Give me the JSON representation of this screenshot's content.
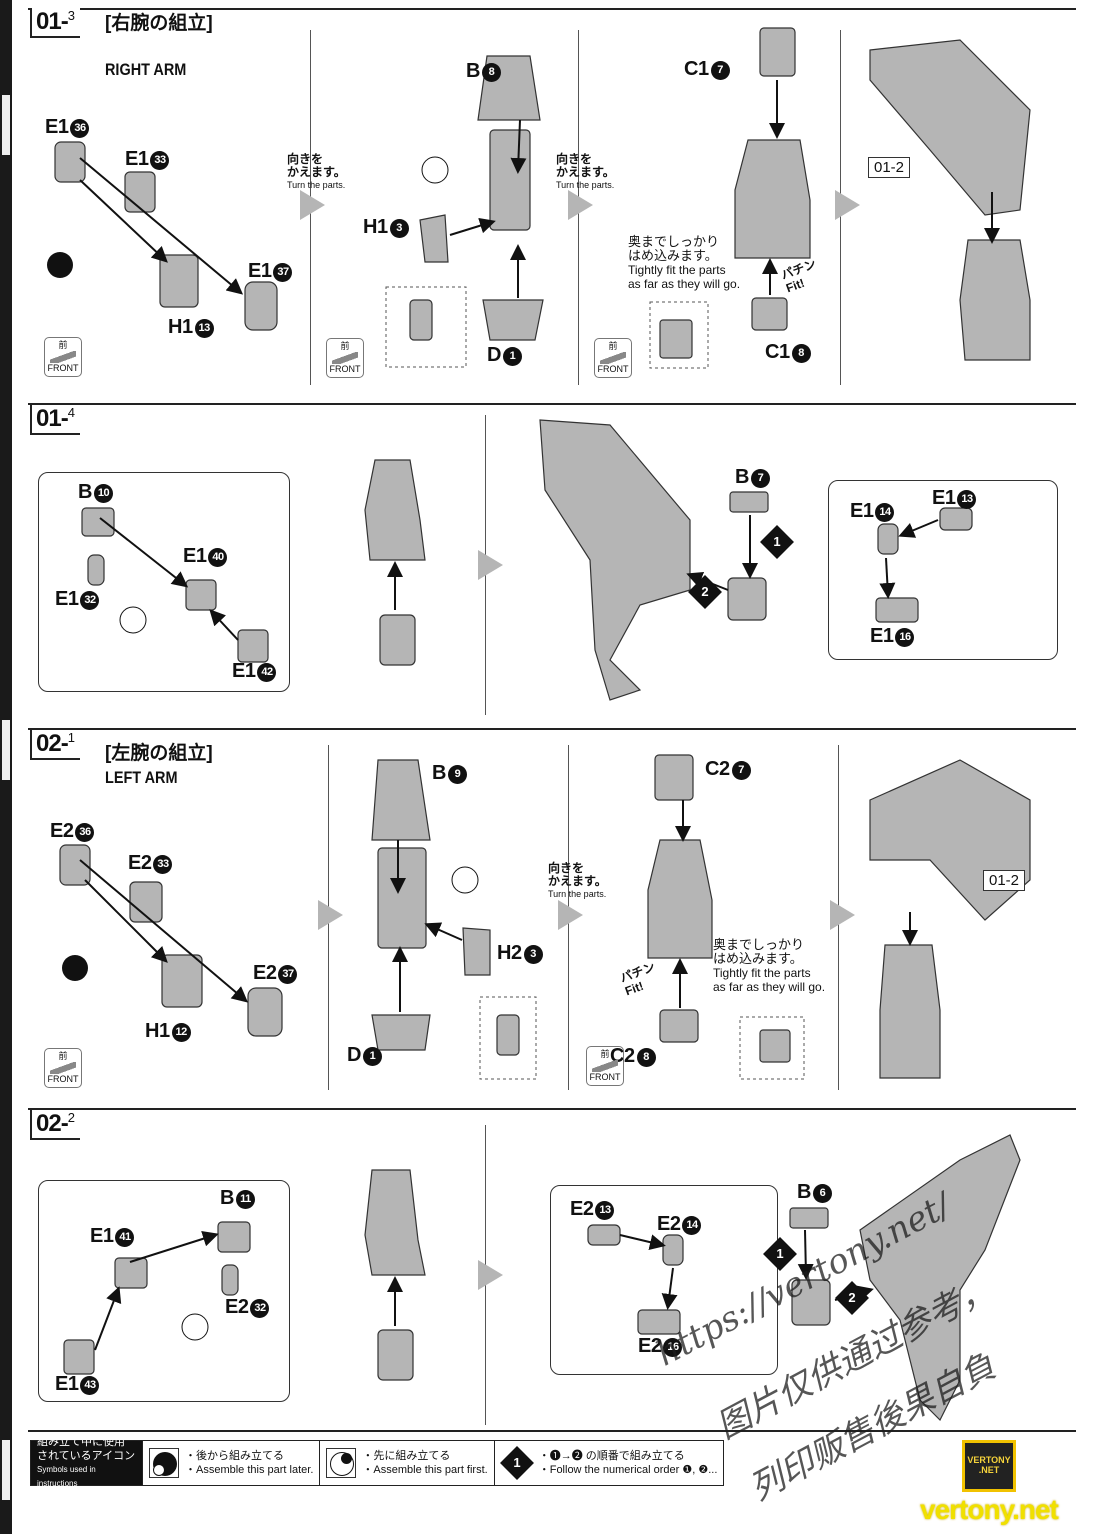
{
  "sections": [
    {
      "step": "01",
      "sub": "3",
      "title_jp": "[右腕の組立]",
      "title_en": "RIGHT ARM"
    },
    {
      "step": "01",
      "sub": "4"
    },
    {
      "step": "02",
      "sub": "1",
      "title_jp": "[左腕の組立]",
      "title_en": "LEFT ARM"
    },
    {
      "step": "02",
      "sub": "2"
    }
  ],
  "parts": {
    "r1": [
      {
        "r": "E1",
        "n": "36"
      },
      {
        "r": "E1",
        "n": "33"
      },
      {
        "r": "E1",
        "n": "37"
      },
      {
        "r": "H1",
        "n": "13"
      },
      {
        "r": "B",
        "n": "8"
      },
      {
        "r": "H1",
        "n": "3"
      },
      {
        "r": "D",
        "n": "1"
      },
      {
        "r": "C1",
        "n": "7"
      },
      {
        "r": "C1",
        "n": "8"
      }
    ],
    "r2": [
      {
        "r": "B",
        "n": "10"
      },
      {
        "r": "E1",
        "n": "40"
      },
      {
        "r": "E1",
        "n": "32"
      },
      {
        "r": "E1",
        "n": "42"
      },
      {
        "r": "B",
        "n": "7"
      },
      {
        "r": "E1",
        "n": "14"
      },
      {
        "r": "E1",
        "n": "13"
      },
      {
        "r": "E1",
        "n": "16"
      }
    ],
    "r3": [
      {
        "r": "E2",
        "n": "36"
      },
      {
        "r": "E2",
        "n": "33"
      },
      {
        "r": "E2",
        "n": "37"
      },
      {
        "r": "H1",
        "n": "12"
      },
      {
        "r": "B",
        "n": "9"
      },
      {
        "r": "H2",
        "n": "3"
      },
      {
        "r": "D",
        "n": "1"
      },
      {
        "r": "C2",
        "n": "7"
      },
      {
        "r": "C2",
        "n": "8"
      }
    ],
    "r4": [
      {
        "r": "B",
        "n": "11"
      },
      {
        "r": "E1",
        "n": "41"
      },
      {
        "r": "E2",
        "n": "32"
      },
      {
        "r": "E1",
        "n": "43"
      },
      {
        "r": "E2",
        "n": "13"
      },
      {
        "r": "E2",
        "n": "14"
      },
      {
        "r": "E2",
        "n": "16"
      },
      {
        "r": "B",
        "n": "6"
      }
    ]
  },
  "ref_label": "01-2",
  "turn": {
    "jp1": "向きを",
    "jp2": "かえます。",
    "en": "Turn the parts."
  },
  "tight": {
    "jp1": "奥までしっかり",
    "jp2": "はめ込みます。",
    "en1": "Tightly fit the parts",
    "en2": "as far as they will go."
  },
  "fit": {
    "jp": "パチン",
    "en": "Fit!"
  },
  "front": {
    "jp": "前",
    "en": "FRONT"
  },
  "order_marks": [
    "1",
    "2"
  ],
  "legend": {
    "title_jp1": "組み立て中に使用",
    "title_jp2": "されているアイコン",
    "title_en": "Symbols used in instructions",
    "later_jp": "・後から組み立てる",
    "later_en": "・Assemble this part later.",
    "first_jp": "・先に組み立てる",
    "first_en": "・Assemble this part first.",
    "order_num": "1",
    "order_jp": "・❶→❷ の順番で組み立てる",
    "order_en": "・Follow the numerical order ❶, ❷..."
  },
  "watermark": {
    "url": "https://vertony.net/",
    "line1": "图片仅供通过参考，",
    "line2": "列印贩售後果自負",
    "logo": "VERTONY .NET",
    "site": "vertony.net"
  },
  "colors": {
    "part": "#b5b5b5",
    "part_dark": "#8e8e8e",
    "ink": "#111111",
    "logo_yellow": "#f0e000"
  }
}
